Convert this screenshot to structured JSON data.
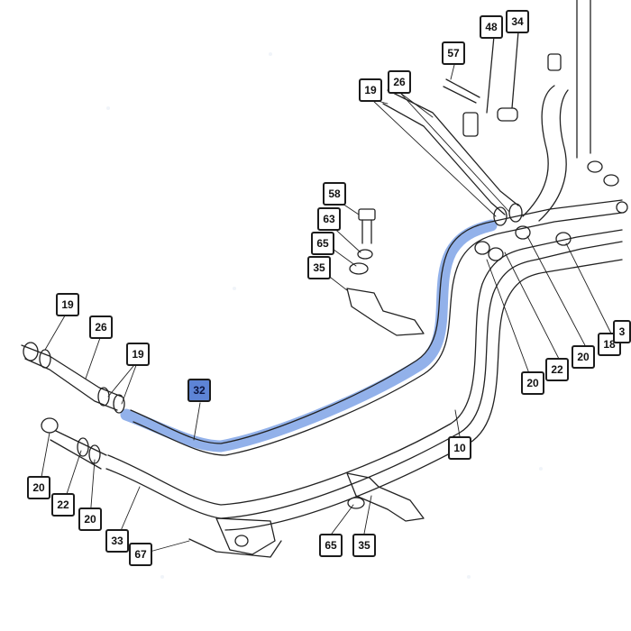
{
  "diagram": {
    "highlight_color": "#7fa3e6",
    "callouts": {
      "top_48": "48",
      "top_34": "34",
      "top_57": "57",
      "top_19": "19",
      "top_26": "26",
      "mid_58": "58",
      "mid_63": "63",
      "mid_65": "65",
      "mid_35": "35",
      "left_19": "19",
      "left_26": "26",
      "left_19b": "19",
      "highlight_32": "32",
      "right_18": "18",
      "right_3": "3",
      "right_20a": "20",
      "right_22": "22",
      "right_20b": "20",
      "center_10": "10",
      "bl_20a": "20",
      "bl_22": "22",
      "bl_20b": "20",
      "bl_33": "33",
      "bl_67": "67",
      "bot_65": "65",
      "bot_35": "35"
    }
  }
}
